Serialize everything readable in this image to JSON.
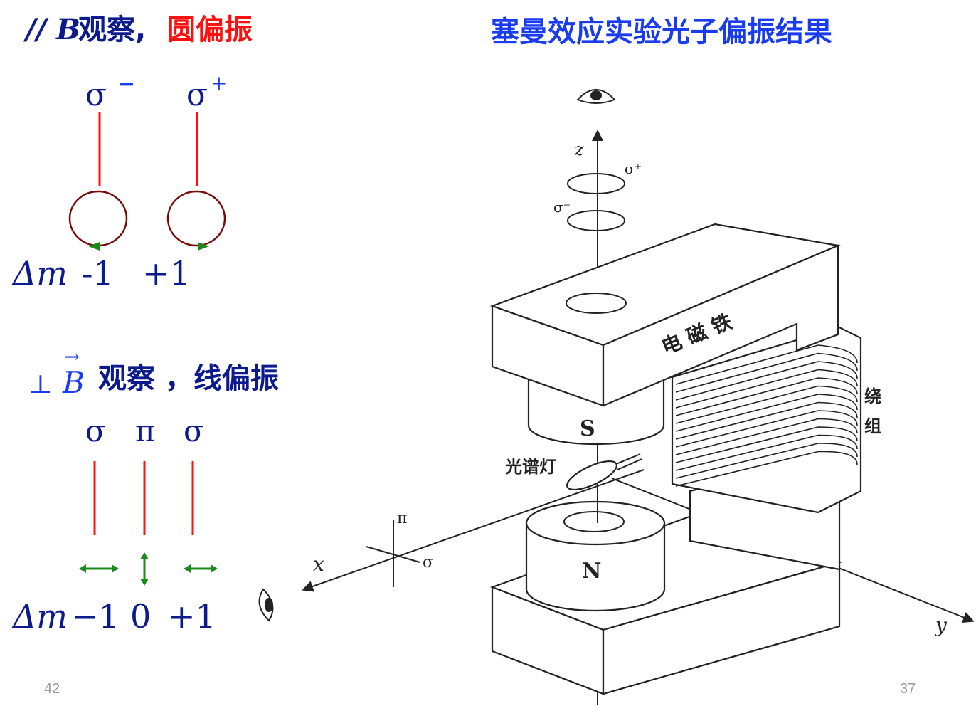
{
  "left": {
    "parallel": {
      "prefix": "// ",
      "b": "B",
      "observe": " 观察, ",
      "polarization": "圆偏振",
      "sigma_minus": "σ",
      "minus_sup": "−",
      "sigma_plus": "σ",
      "plus_sup": "+",
      "dm_label": "Δm",
      "dm_values": [
        "-1",
        "+1"
      ]
    },
    "perpendicular": {
      "perp": "⊥",
      "b": "B",
      "arrow": "→",
      "observe": "观察 ，线偏振",
      "components": [
        "σ",
        "π",
        "σ"
      ],
      "dm_label": "Δm",
      "dm_values": [
        "−1",
        "0",
        "+1"
      ]
    },
    "colors": {
      "navy": "#0b1a8c",
      "red": "#ff1010",
      "green": "#1a8a1a",
      "circle": "#7a0a0a"
    }
  },
  "right": {
    "title": "塞曼效应实验光子偏振结果",
    "labels": {
      "z": "z",
      "x": "x",
      "y": "y",
      "sigma_plus": "σ⁺",
      "sigma_minus": "σ⁻",
      "pi": "π",
      "sigma": "σ",
      "magnet": "电 磁 铁",
      "winding_1": "绕",
      "winding_2": "组",
      "south": "S",
      "north": "N",
      "lamp": "光谱灯"
    }
  },
  "page_numbers": {
    "left": "42",
    "right": "37"
  }
}
